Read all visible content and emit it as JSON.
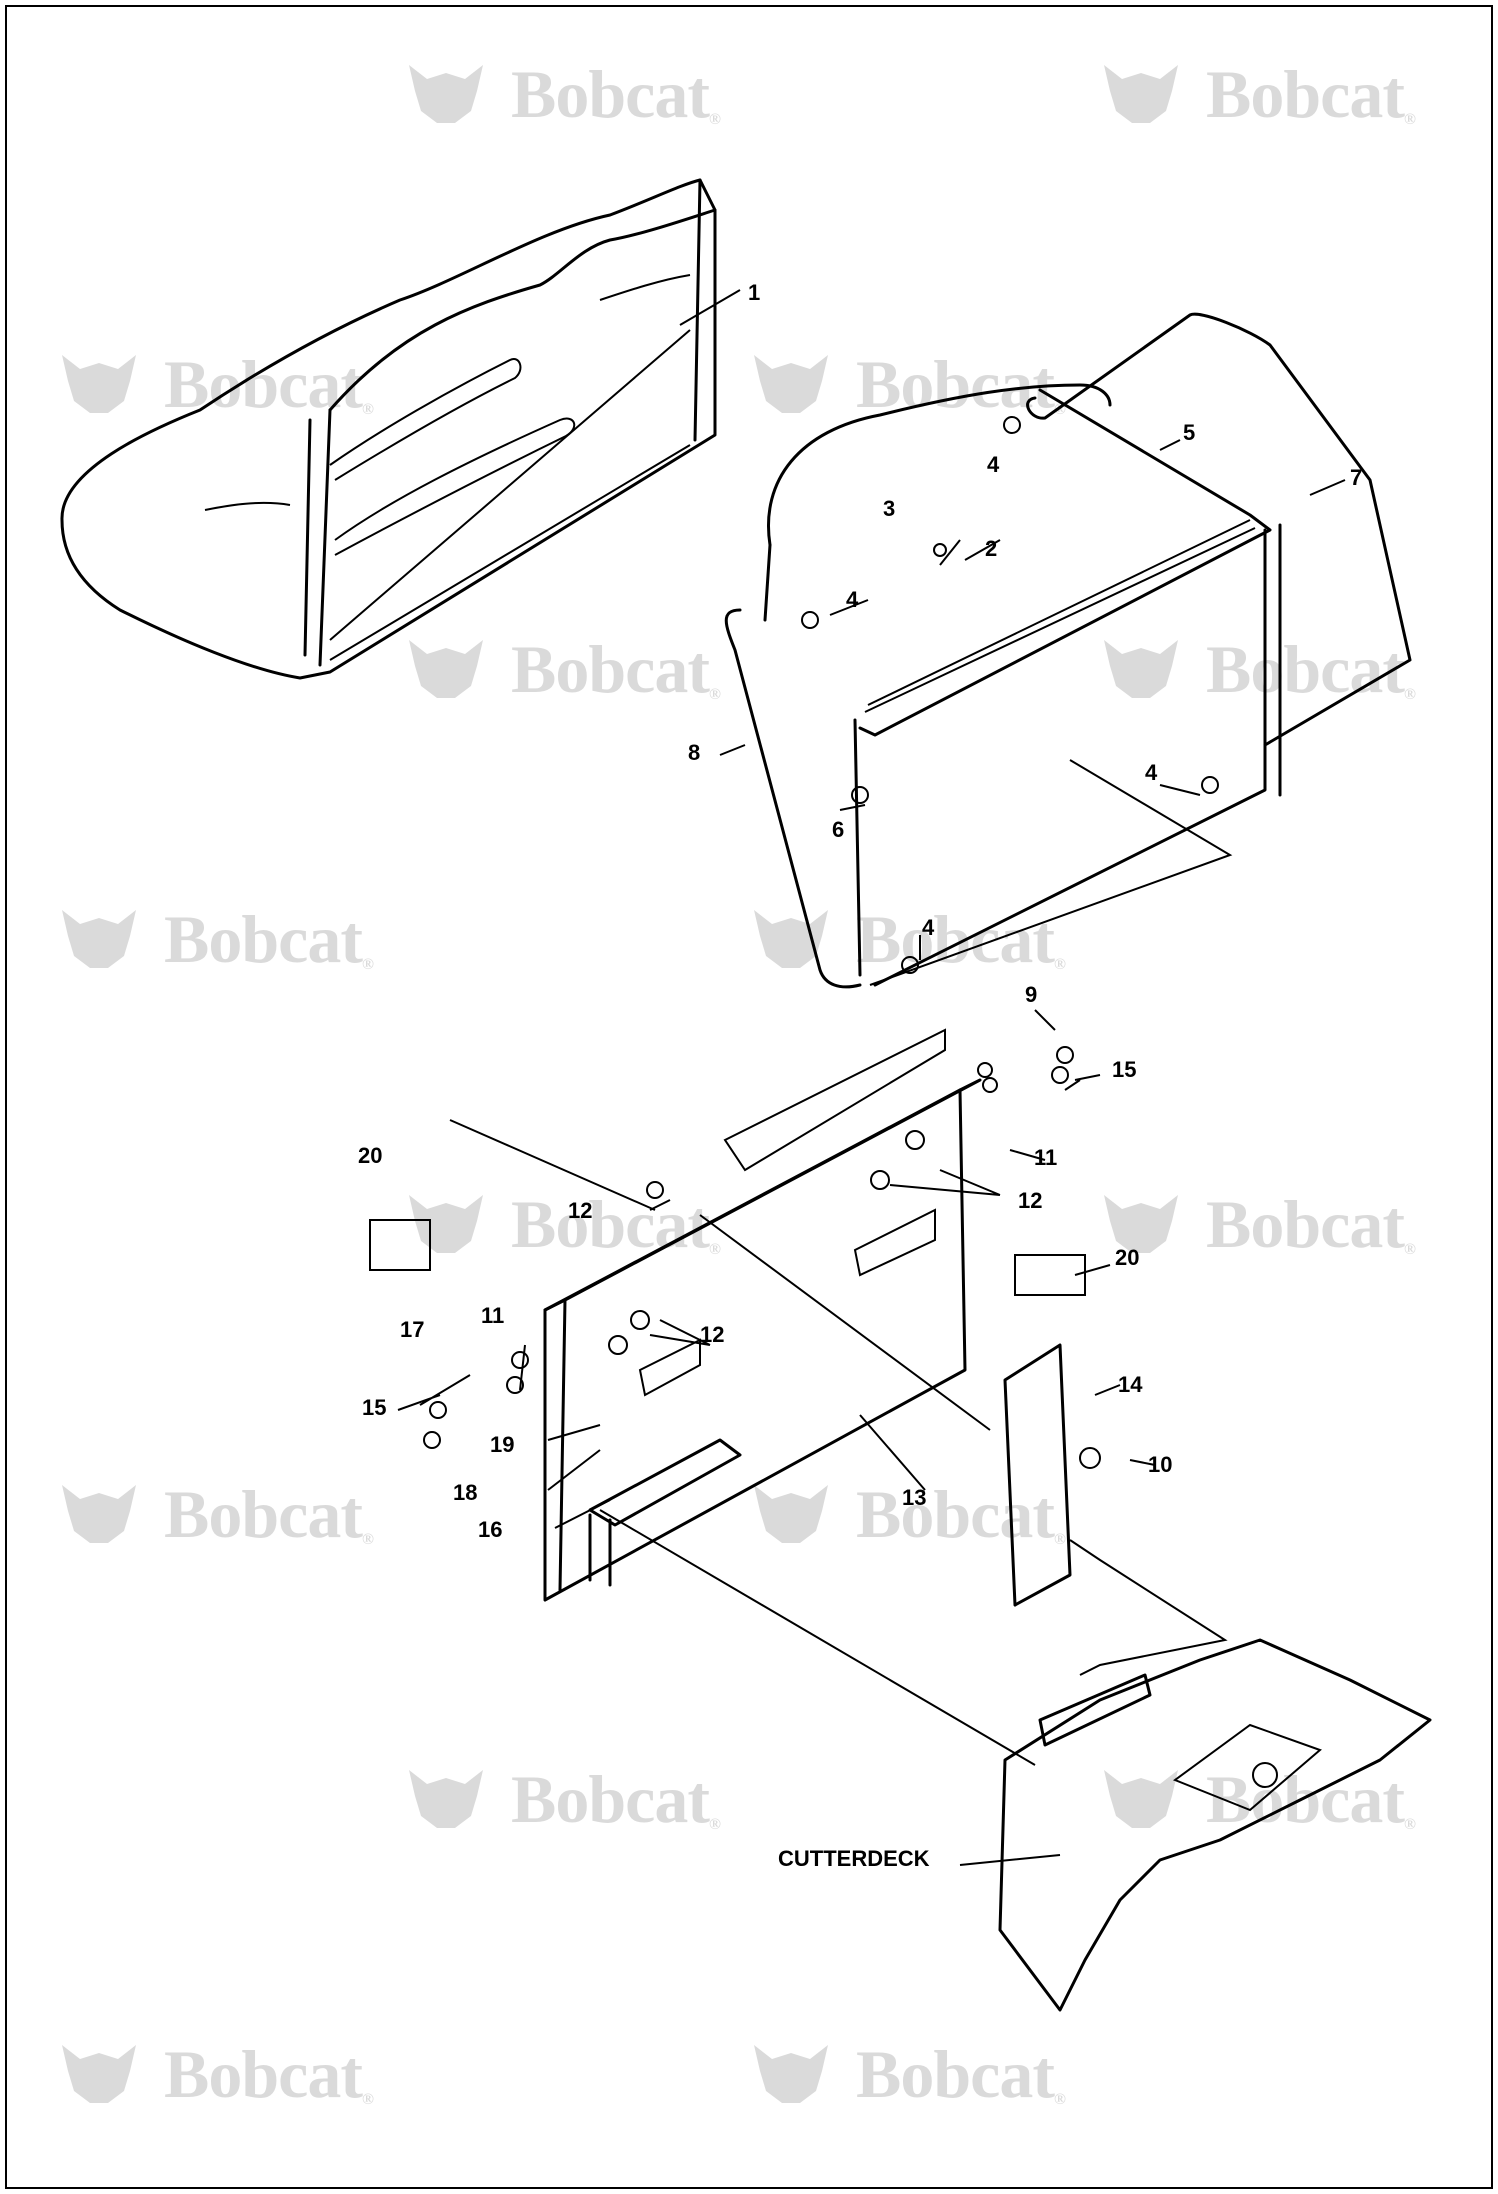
{
  "watermark": {
    "text": "Bobcat",
    "mark": "®",
    "icon": "bobcat-logo-icon"
  },
  "callouts": {
    "c1": "1",
    "c2": "2",
    "c3": "3",
    "c4a": "4",
    "c4b": "4",
    "c4c": "4",
    "c4d": "4",
    "c5": "5",
    "c6": "6",
    "c7": "7",
    "c8": "8",
    "c9": "9",
    "c10": "10",
    "c11a": "11",
    "c11b": "11",
    "c12a": "12",
    "c12b": "12",
    "c12c": "12",
    "c13": "13",
    "c14": "14",
    "c15a": "15",
    "c15b": "15",
    "c16": "16",
    "c17": "17",
    "c18": "18",
    "c19": "19",
    "c20a": "20",
    "c20b": "20",
    "cutterdeck": "CUTTERDECK"
  }
}
